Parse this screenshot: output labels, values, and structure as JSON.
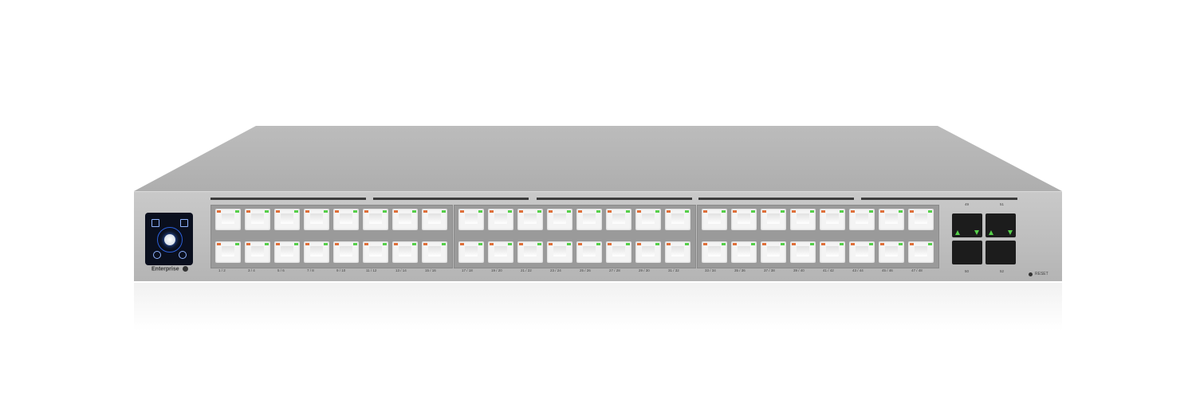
{
  "device": {
    "brand": "Enterprise",
    "reset_label": "RESET"
  },
  "port_labels": [
    "1 / 2 ",
    "3 / 4 ",
    "5 / 6 ",
    "7 / 8 ",
    "9 / 10 ",
    "11 / 12 ",
    "13 / 14 ",
    "15 / 16 ",
    "17 / 18 ",
    "19 / 20 ",
    "21 / 22 ",
    "23 / 24 ",
    "25 / 26 ",
    "27 / 28 ",
    "29 / 30 ",
    "31 / 32 ",
    "33 / 34 ",
    "35 / 36 ",
    "37 / 38 ",
    "39 / 40 ",
    "41 / 42 ",
    "43 / 44 ",
    "45 / 46 ",
    "47 / 48 "
  ],
  "sfp_labels": [
    "49",
    "51",
    "50",
    "52"
  ],
  "colors": {
    "led_amber": "#e0703a",
    "led_green": "#56d04a",
    "display_glow": "#3f7dff"
  }
}
